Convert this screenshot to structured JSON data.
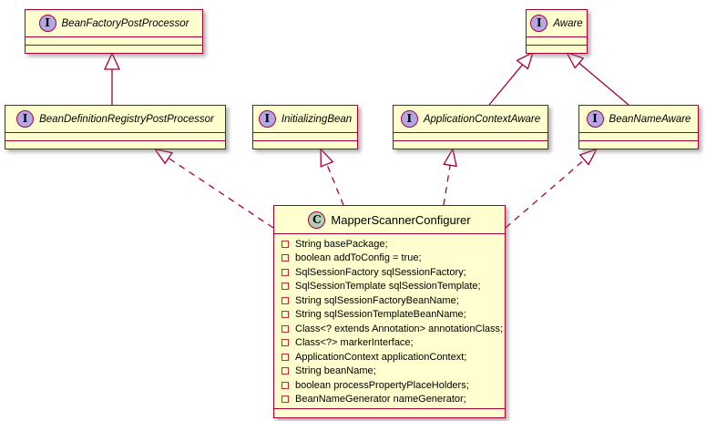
{
  "diagram_type": "uml-class-diagram",
  "colors": {
    "box_fill": "#FEFECE",
    "box_border": "#A80036",
    "edge": "#A80036",
    "interface_icon_fill": "#B4A7E5",
    "class_icon_fill": "#ADD1B2",
    "field_icon_border": "#C82930",
    "background": "#FFFFFF"
  },
  "interfaces": [
    {
      "stereotype": "I",
      "name": "BeanFactoryPostProcessor"
    },
    {
      "stereotype": "I",
      "name": "Aware"
    },
    {
      "stereotype": "I",
      "name": "BeanDefinitionRegistryPostProcessor"
    },
    {
      "stereotype": "I",
      "name": "InitializingBean"
    },
    {
      "stereotype": "I",
      "name": "ApplicationContextAware"
    },
    {
      "stereotype": "I",
      "name": "BeanNameAware"
    }
  ],
  "main_class": {
    "stereotype": "C",
    "name": "MapperScannerConfigurer",
    "fields": [
      "String basePackage;",
      "boolean addToConfig = true;",
      "SqlSessionFactory sqlSessionFactory;",
      "SqlSessionTemplate sqlSessionTemplate;",
      "String sqlSessionFactoryBeanName;",
      "String sqlSessionTemplateBeanName;",
      "Class<? extends Annotation> annotationClass;",
      "Class<?> markerInterface;",
      "ApplicationContext applicationContext;",
      "String beanName;",
      "boolean processPropertyPlaceHolders;",
      "BeanNameGenerator nameGenerator;"
    ]
  },
  "relations": [
    {
      "from": "BeanDefinitionRegistryPostProcessor",
      "to": "BeanFactoryPostProcessor",
      "type": "extends",
      "style": "solid"
    },
    {
      "from": "ApplicationContextAware",
      "to": "Aware",
      "type": "extends",
      "style": "solid"
    },
    {
      "from": "BeanNameAware",
      "to": "Aware",
      "type": "extends",
      "style": "solid"
    },
    {
      "from": "MapperScannerConfigurer",
      "to": "BeanDefinitionRegistryPostProcessor",
      "type": "implements",
      "style": "dashed"
    },
    {
      "from": "MapperScannerConfigurer",
      "to": "InitializingBean",
      "type": "implements",
      "style": "dashed"
    },
    {
      "from": "MapperScannerConfigurer",
      "to": "ApplicationContextAware",
      "type": "implements",
      "style": "dashed"
    },
    {
      "from": "MapperScannerConfigurer",
      "to": "BeanNameAware",
      "type": "implements",
      "style": "dashed"
    }
  ]
}
